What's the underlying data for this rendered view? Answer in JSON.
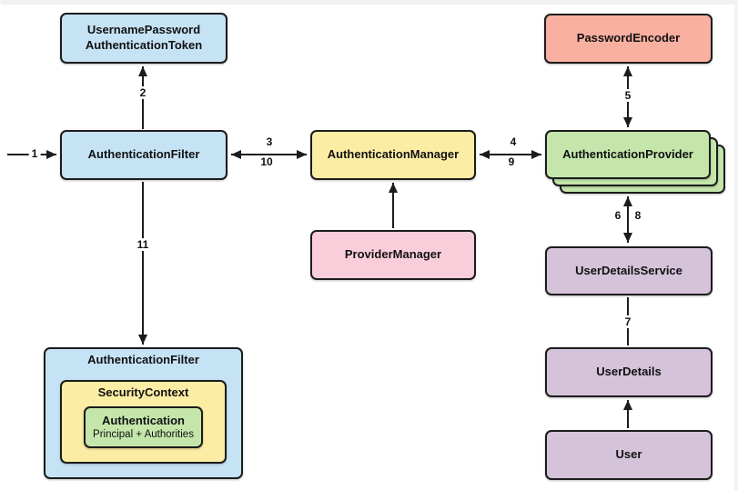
{
  "page": {
    "background": "#ffffff",
    "top_strip_color": "#f1f1f1"
  },
  "diagram": {
    "type": "flow-diagram",
    "subject": "Spring Security authentication flow",
    "colors": {
      "blue": "#C5E3F5",
      "yellow": "#FCEDA4",
      "pink": "#F9CEDA",
      "salmon": "#FAB0A0",
      "green": "#C4E6AB",
      "purple": "#D5C3DA",
      "border": "#1c1c1c",
      "line": "#1c1c1c"
    },
    "nodes": {
      "username_password_authentication_token": {
        "line1": "UsernamePassword",
        "line2": "AuthenticationToken",
        "fill": "#C5E3F5"
      },
      "authentication_filter": {
        "label": "AuthenticationFilter",
        "fill": "#C5E3F5"
      },
      "authentication_manager": {
        "label": "AuthenticationManager",
        "fill": "#FCEDA4"
      },
      "provider_manager": {
        "label": "ProviderManager",
        "fill": "#F9CEDA"
      },
      "password_encoder": {
        "label": "PasswordEncoder",
        "fill": "#FAB0A0"
      },
      "authentication_provider": {
        "label": "AuthenticationProvider",
        "fill": "#C4E6AB",
        "stacked": true
      },
      "user_details_service": {
        "label": "UserDetailsService",
        "fill": "#D5C3DA"
      },
      "user_details": {
        "label": "UserDetails",
        "fill": "#D5C3DA"
      },
      "user": {
        "label": "User",
        "fill": "#D5C3DA"
      },
      "authentication_filter_context": {
        "label": "AuthenticationFilter",
        "fill": "#C5E3F5"
      },
      "security_context": {
        "label": "SecurityContext",
        "fill": "#FCEDA4"
      },
      "authentication": {
        "label": "Authentication",
        "sublabel": "Principal + Authorities",
        "fill": "#C4E6AB"
      }
    },
    "edge_labels": {
      "n1": "1",
      "n2": "2",
      "n3": "3",
      "n4": "4",
      "n5": "5",
      "n6": "6",
      "n7": "7",
      "n8": "8",
      "n9": "9",
      "n10": "10",
      "n11": "11"
    },
    "edges": [
      {
        "labels": [
          "1"
        ],
        "from": "external-left",
        "to": "authentication_filter",
        "arrows": "end"
      },
      {
        "labels": [
          "2"
        ],
        "from": "authentication_filter",
        "to": "username_password_authentication_token",
        "arrows": "end"
      },
      {
        "labels": [
          "3",
          "10"
        ],
        "between": [
          "authentication_filter",
          "authentication_manager"
        ],
        "arrows": "both"
      },
      {
        "labels": [
          "4",
          "9"
        ],
        "between": [
          "authentication_manager",
          "authentication_provider"
        ],
        "arrows": "both"
      },
      {
        "labels": [
          "5"
        ],
        "between": [
          "password_encoder",
          "authentication_provider"
        ],
        "arrows": "both"
      },
      {
        "labels": [
          "6",
          "8"
        ],
        "between": [
          "authentication_provider",
          "user_details_service"
        ],
        "arrows": "both"
      },
      {
        "labels": [
          "7"
        ],
        "between": [
          "user_details_service",
          "user_details"
        ],
        "arrows": "none"
      },
      {
        "labels": [],
        "from": "provider_manager",
        "to": "authentication_manager",
        "arrows": "end"
      },
      {
        "labels": [],
        "from": "user",
        "to": "user_details",
        "arrows": "end"
      },
      {
        "labels": [
          "11"
        ],
        "from": "authentication_filter",
        "to": "authentication_filter_context",
        "arrows": "end"
      }
    ]
  }
}
